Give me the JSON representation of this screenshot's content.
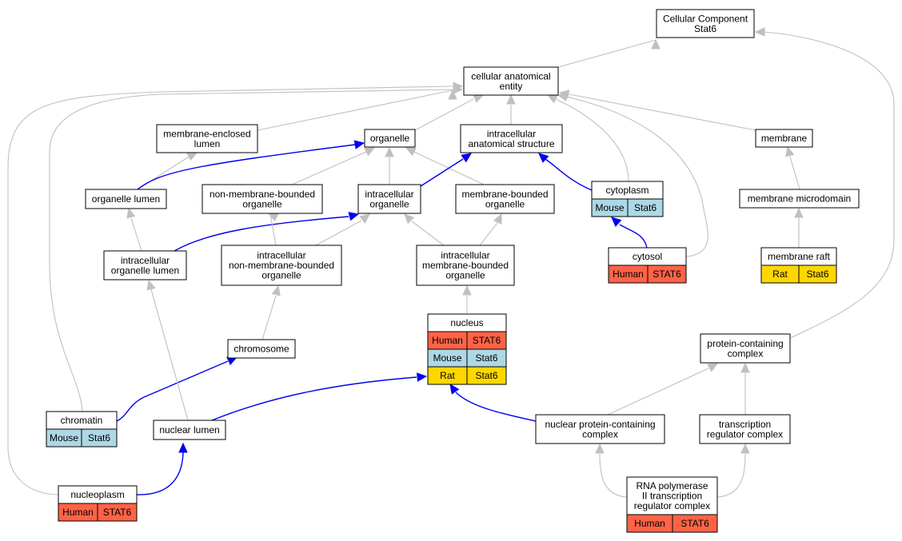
{
  "colors": {
    "human": "#ff6347",
    "mouse": "#add8e6",
    "rat": "#ffd700",
    "is_a_edge": "#c0c0c0",
    "part_of_edge": "#0000ee"
  },
  "nodes": {
    "cellular_component": [
      "Cellular Component",
      "Stat6"
    ],
    "cellular_anatomical_entity": [
      "cellular anatomical",
      "entity"
    ],
    "membrane_enclosed_lumen": [
      "membrane-enclosed",
      "lumen"
    ],
    "organelle": [
      "organelle"
    ],
    "intracellular_anatomical_structure": [
      "intracellular",
      "anatomical structure"
    ],
    "membrane": [
      "membrane"
    ],
    "organelle_lumen": [
      "organelle lumen"
    ],
    "non_membrane_bounded_organelle": [
      "non-membrane-bounded",
      "organelle"
    ],
    "intracellular_organelle": [
      "intracellular",
      "organelle"
    ],
    "membrane_bounded_organelle": [
      "membrane-bounded",
      "organelle"
    ],
    "cytoplasm": [
      "cytoplasm"
    ],
    "membrane_microdomain": [
      "membrane microdomain"
    ],
    "intracellular_organelle_lumen": [
      "intracellular",
      "organelle lumen"
    ],
    "intracellular_non_membrane_bounded_organelle": [
      "intracellular",
      "non-membrane-bounded",
      "organelle"
    ],
    "intracellular_membrane_bounded_organelle": [
      "intracellular",
      "membrane-bounded",
      "organelle"
    ],
    "cytosol": [
      "cytosol"
    ],
    "membrane_raft": [
      "membrane raft"
    ],
    "nucleus": [
      "nucleus"
    ],
    "chromosome": [
      "chromosome"
    ],
    "protein_containing_complex": [
      "protein-containing",
      "complex"
    ],
    "chromatin": [
      "chromatin"
    ],
    "nuclear_lumen": [
      "nuclear lumen"
    ],
    "nuclear_protein_containing_complex": [
      "nuclear protein-containing",
      "complex"
    ],
    "transcription_regulator_complex": [
      "transcription",
      "regulator complex"
    ],
    "nucleoplasm": [
      "nucleoplasm"
    ],
    "rna_pol_ii_complex": [
      "RNA polymerase",
      "II transcription",
      "regulator complex"
    ]
  },
  "annotations": {
    "cytoplasm": [
      [
        "Mouse",
        "Stat6"
      ]
    ],
    "cytosol": [
      [
        "Human",
        "STAT6"
      ]
    ],
    "membrane_raft": [
      [
        "Rat",
        "Stat6"
      ]
    ],
    "nucleus": [
      [
        "Human",
        "STAT6"
      ],
      [
        "Mouse",
        "Stat6"
      ],
      [
        "Rat",
        "Stat6"
      ]
    ],
    "chromatin": [
      [
        "Mouse",
        "Stat6"
      ]
    ],
    "nucleoplasm": [
      [
        "Human",
        "STAT6"
      ]
    ],
    "rna_pol_ii_complex": [
      [
        "Human",
        "STAT6"
      ]
    ]
  },
  "edges": [
    {
      "from": "cellular_anatomical_entity",
      "to": "cellular_component",
      "type": "is_a"
    },
    {
      "from": "protein_containing_complex",
      "to": "cellular_component",
      "type": "is_a"
    },
    {
      "from": "membrane_enclosed_lumen",
      "to": "cellular_anatomical_entity",
      "type": "is_a"
    },
    {
      "from": "organelle",
      "to": "cellular_anatomical_entity",
      "type": "is_a"
    },
    {
      "from": "intracellular_anatomical_structure",
      "to": "cellular_anatomical_entity",
      "type": "is_a"
    },
    {
      "from": "membrane",
      "to": "cellular_anatomical_entity",
      "type": "is_a"
    },
    {
      "from": "cytoplasm",
      "to": "cellular_anatomical_entity",
      "type": "is_a"
    },
    {
      "from": "cytosol",
      "to": "cellular_anatomical_entity",
      "type": "is_a"
    },
    {
      "from": "chromatin",
      "to": "cellular_anatomical_entity",
      "type": "is_a"
    },
    {
      "from": "nucleoplasm",
      "to": "cellular_anatomical_entity",
      "type": "is_a"
    },
    {
      "from": "organelle_lumen",
      "to": "membrane_enclosed_lumen",
      "type": "is_a"
    },
    {
      "from": "organelle_lumen",
      "to": "organelle",
      "type": "part_of"
    },
    {
      "from": "non_membrane_bounded_organelle",
      "to": "organelle",
      "type": "is_a"
    },
    {
      "from": "intracellular_organelle",
      "to": "organelle",
      "type": "is_a"
    },
    {
      "from": "membrane_bounded_organelle",
      "to": "organelle",
      "type": "is_a"
    },
    {
      "from": "intracellular_organelle",
      "to": "intracellular_anatomical_structure",
      "type": "part_of"
    },
    {
      "from": "cytoplasm",
      "to": "intracellular_anatomical_structure",
      "type": "part_of"
    },
    {
      "from": "membrane_microdomain",
      "to": "membrane",
      "type": "is_a"
    },
    {
      "from": "intracellular_organelle_lumen",
      "to": "organelle_lumen",
      "type": "is_a"
    },
    {
      "from": "intracellular_organelle_lumen",
      "to": "intracellular_organelle",
      "type": "part_of"
    },
    {
      "from": "intracellular_non_membrane_bounded_organelle",
      "to": "non_membrane_bounded_organelle",
      "type": "is_a"
    },
    {
      "from": "intracellular_non_membrane_bounded_organelle",
      "to": "intracellular_organelle",
      "type": "is_a"
    },
    {
      "from": "intracellular_membrane_bounded_organelle",
      "to": "intracellular_organelle",
      "type": "is_a"
    },
    {
      "from": "intracellular_membrane_bounded_organelle",
      "to": "membrane_bounded_organelle",
      "type": "is_a"
    },
    {
      "from": "cytosol",
      "to": "cytoplasm",
      "type": "part_of"
    },
    {
      "from": "membrane_raft",
      "to": "membrane_microdomain",
      "type": "is_a"
    },
    {
      "from": "nucleus",
      "to": "intracellular_membrane_bounded_organelle",
      "type": "is_a"
    },
    {
      "from": "chromosome",
      "to": "intracellular_non_membrane_bounded_organelle",
      "type": "is_a"
    },
    {
      "from": "chromatin",
      "to": "chromosome",
      "type": "part_of"
    },
    {
      "from": "nuclear_lumen",
      "to": "intracellular_organelle_lumen",
      "type": "is_a"
    },
    {
      "from": "nuclear_lumen",
      "to": "nucleus",
      "type": "part_of"
    },
    {
      "from": "nuclear_protein_containing_complex",
      "to": "nucleus",
      "type": "part_of"
    },
    {
      "from": "nuclear_protein_containing_complex",
      "to": "protein_containing_complex",
      "type": "is_a"
    },
    {
      "from": "transcription_regulator_complex",
      "to": "protein_containing_complex",
      "type": "is_a"
    },
    {
      "from": "nucleoplasm",
      "to": "nuclear_lumen",
      "type": "part_of"
    },
    {
      "from": "rna_pol_ii_complex",
      "to": "nuclear_protein_containing_complex",
      "type": "is_a"
    },
    {
      "from": "rna_pol_ii_complex",
      "to": "transcription_regulator_complex",
      "type": "is_a"
    }
  ]
}
